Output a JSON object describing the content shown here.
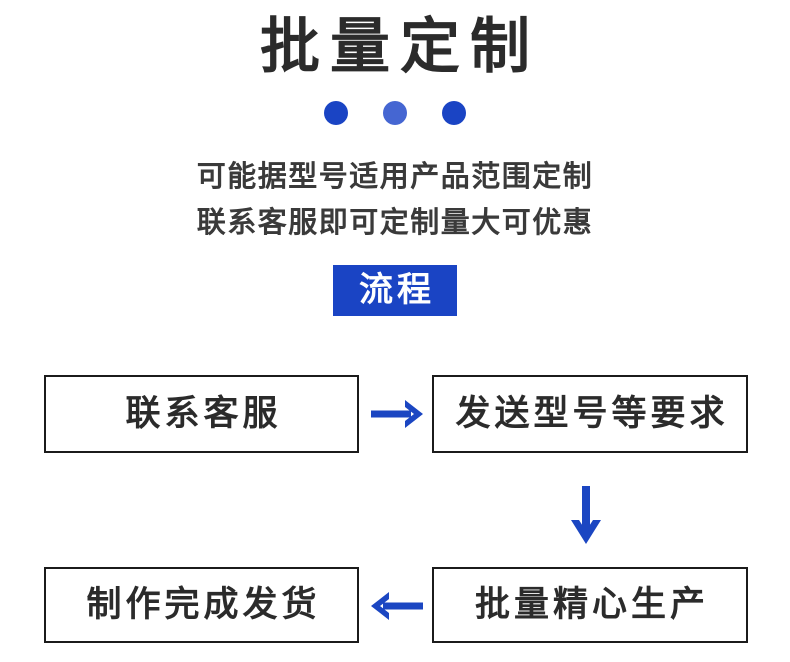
{
  "header": {
    "title": "批量定制",
    "dots": [
      {
        "name": "dot-1",
        "color": "#1a44c4"
      },
      {
        "name": "dot-2",
        "color": "#4566d2"
      },
      {
        "name": "dot-3",
        "color": "#1a44c4"
      }
    ]
  },
  "subtitle": {
    "line1": "可能据型号适用产品范围定制",
    "line2": "联系客服即可定制量大可优惠"
  },
  "badge": {
    "label": "流程",
    "background": "#1a44c4",
    "text_color": "#ffffff"
  },
  "flow": {
    "arrow_color": "#1b46c2",
    "box_border_color": "#1b1b1b",
    "steps": [
      {
        "id": "contact",
        "label": "联系客服"
      },
      {
        "id": "send",
        "label": "发送型号等要求"
      },
      {
        "id": "produce",
        "label": "批量精心生产"
      },
      {
        "id": "ship",
        "label": "制作完成发货"
      }
    ],
    "connectors": [
      {
        "id": "arrow-right",
        "direction": "right"
      },
      {
        "id": "arrow-down",
        "direction": "down"
      },
      {
        "id": "arrow-left",
        "direction": "left"
      }
    ]
  }
}
